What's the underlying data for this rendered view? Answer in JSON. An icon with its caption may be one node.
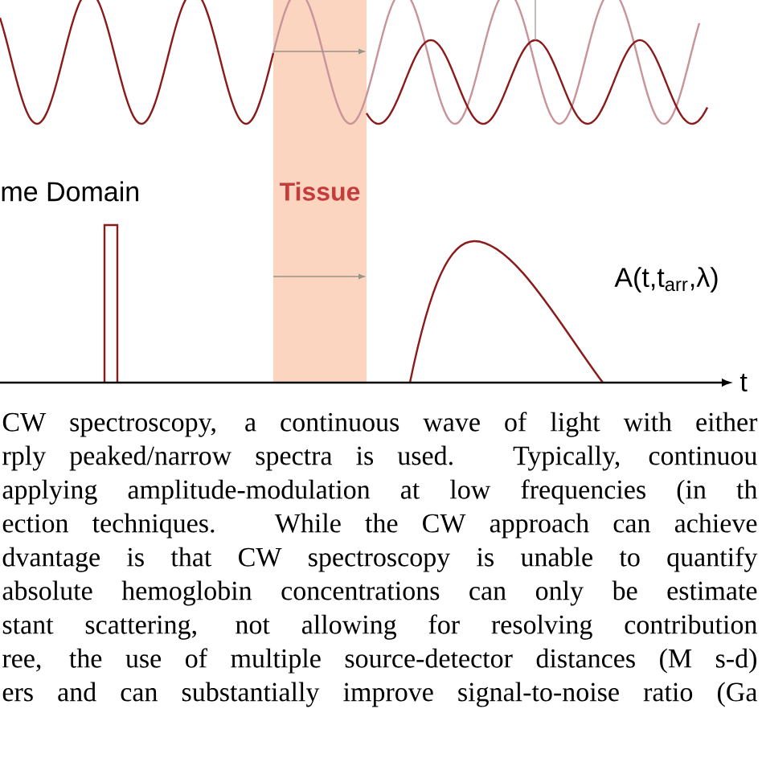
{
  "diagram": {
    "nodes": [
      {
        "text": [
          "Tissue"
        ]
      }
    ],
    "labels": [
      "me Domain",
      "A(t,t$_{arr}$,λ)",
      "t",
      "CW spectroscopy, a continuous wave of light with either",
      "rply peaked/narrow spectra is used. Typically, continuou",
      "applying amplitude-modulation at low frequencies (in th",
      "ection techniques. While the CW approach can achieve",
      "dvantage is that CW spectroscopy is unable to quantify",
      "absolute hemoglobin concentrations can only be estimate",
      "stant scattering, not allowing for resolving contribution",
      "ree, the use of multiple source-detector distances (M s-d)",
      "ers and can substantially improve signal-to-noise ratio (Ga"
    ]
  }
}
